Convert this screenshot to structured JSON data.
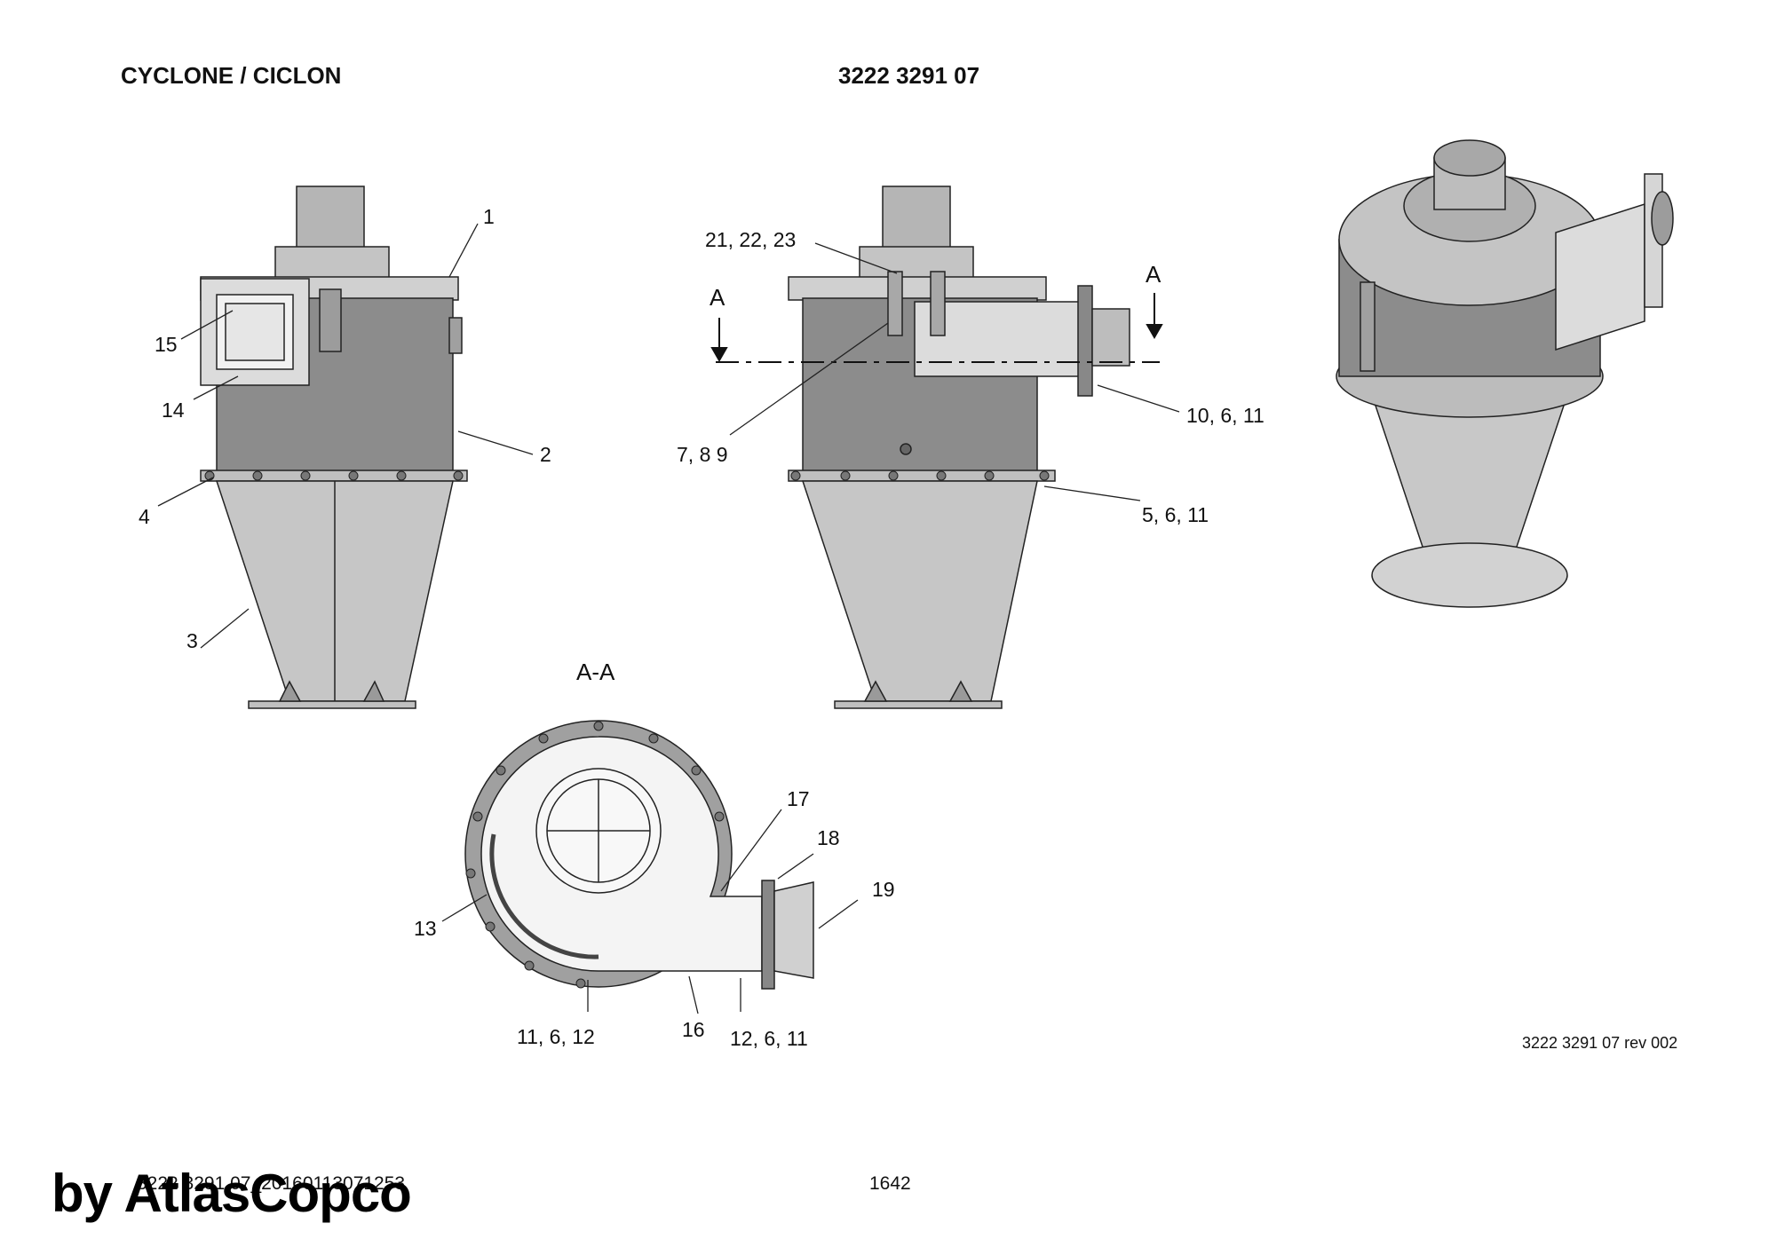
{
  "header": {
    "title": "CYCLONE / CICLON",
    "part_number": "3222 3291 07"
  },
  "section_marker": "A",
  "section_title": "A-A",
  "callouts": {
    "c1": "1",
    "c2": "2",
    "c3": "3",
    "c4": "4",
    "c15": "15",
    "c14": "14",
    "c212223": "21, 22, 23",
    "c789": "7, 8 9",
    "c10611": "10, 6, 11",
    "c5611": "5, 6, 11",
    "c13": "13",
    "c17": "17",
    "c18": "18",
    "c19": "19",
    "c16": "16",
    "c11612": "11, 6, 12",
    "c12611": "12, 6, 11"
  },
  "revision": "3222 3291 07 rev 002",
  "footer": {
    "code": "3222 3291 07_20160113071253",
    "page": "1642"
  },
  "watermark": "by AtlasCopco",
  "colors": {
    "body_dark": "#8c8c8c",
    "body_light": "#c8c8c8",
    "plate": "#dcdcdc",
    "line": "#222222"
  }
}
